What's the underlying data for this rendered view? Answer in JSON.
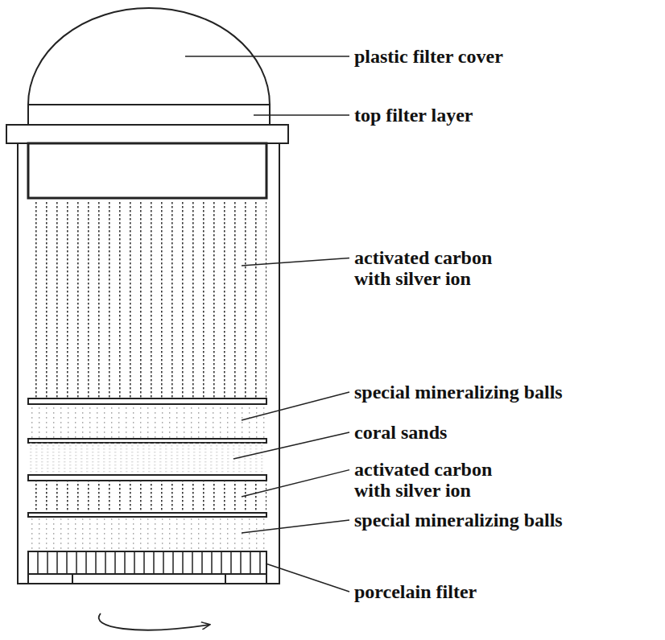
{
  "diagram": {
    "labels": [
      "plastic filter cover",
      "top filter layer",
      "activated carbon with silver ion",
      "special mineralizing balls",
      "coral sands",
      "activated carbon with silver ion",
      "special mineralizing balls",
      "porcelain filter"
    ]
  }
}
